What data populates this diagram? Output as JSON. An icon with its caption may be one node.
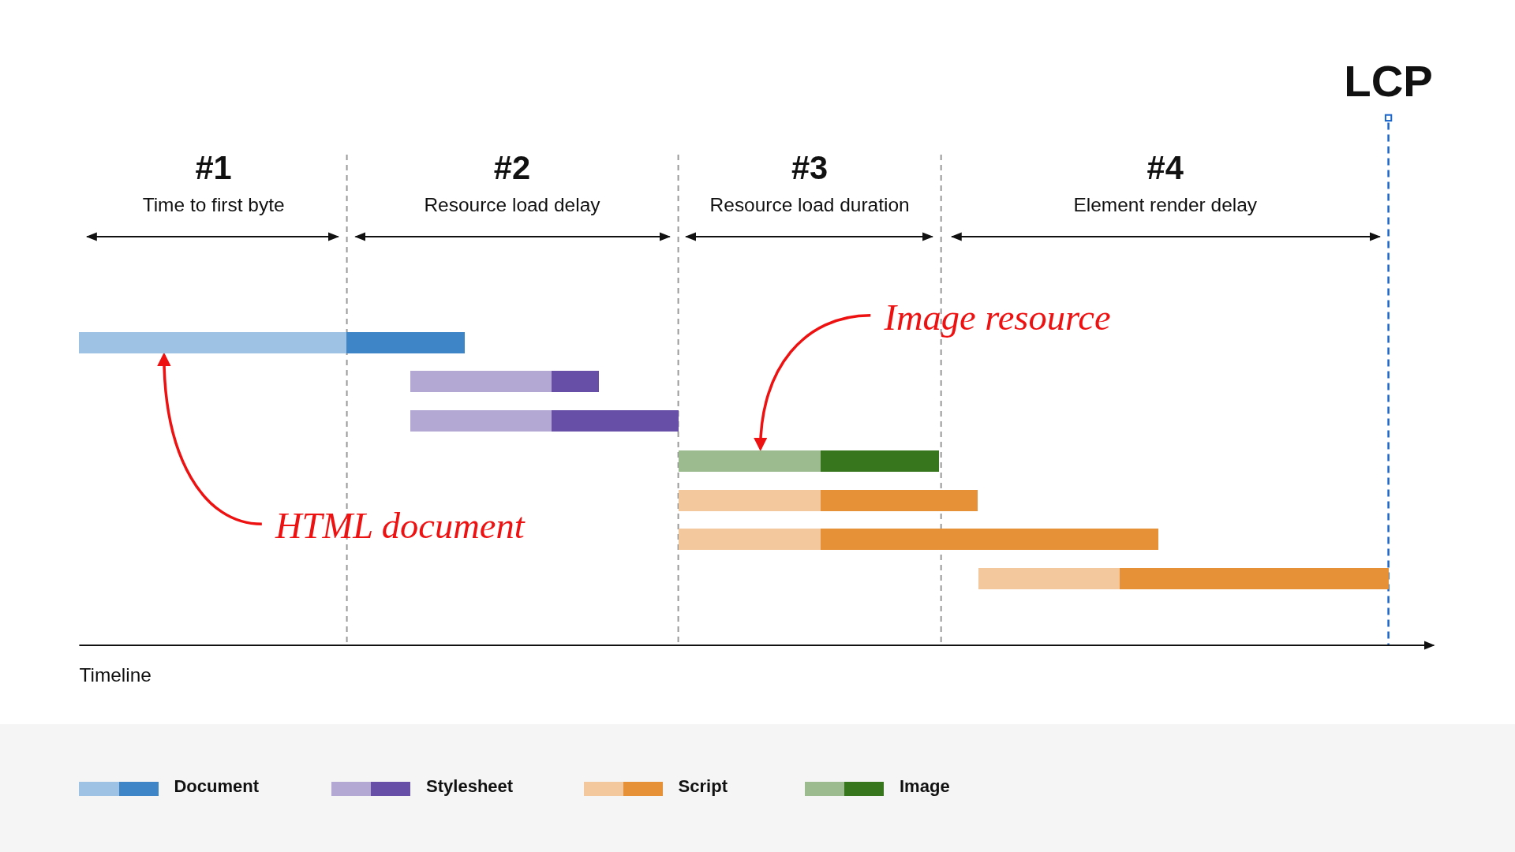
{
  "diagram": {
    "nodes": [
      {
        "text": [],
        "shape": "bar"
      },
      {
        "text": [],
        "shape": "bar"
      },
      {
        "text": [],
        "shape": "bar"
      },
      {
        "text": [],
        "shape": "bar"
      },
      {
        "text": [],
        "shape": "bar"
      },
      {
        "text": [],
        "shape": "bar"
      },
      {
        "text": [],
        "shape": "bar"
      },
      {
        "text": [
          "Image resource"
        ]
      },
      {
        "text": [
          "HTML document"
        ]
      }
    ],
    "edges": [
      {
        "from": 7,
        "to": 3,
        "arrow": "to"
      },
      {
        "from": 8,
        "to": 0,
        "arrow": "to"
      }
    ],
    "labels": [
      "LCP",
      "#1",
      "Time to first byte",
      "#2",
      "Resource load delay",
      "#3",
      "Resource load duration",
      "#4",
      "Element render delay",
      "Timeline"
    ],
    "legend": [
      {
        "text": "Document",
        "color": "#3d85c6"
      },
      {
        "text": "Stylesheet",
        "color": "#674ea7"
      },
      {
        "text": "Script",
        "color": "#e69138"
      },
      {
        "text": "Image",
        "color": "#38761d"
      }
    ]
  }
}
